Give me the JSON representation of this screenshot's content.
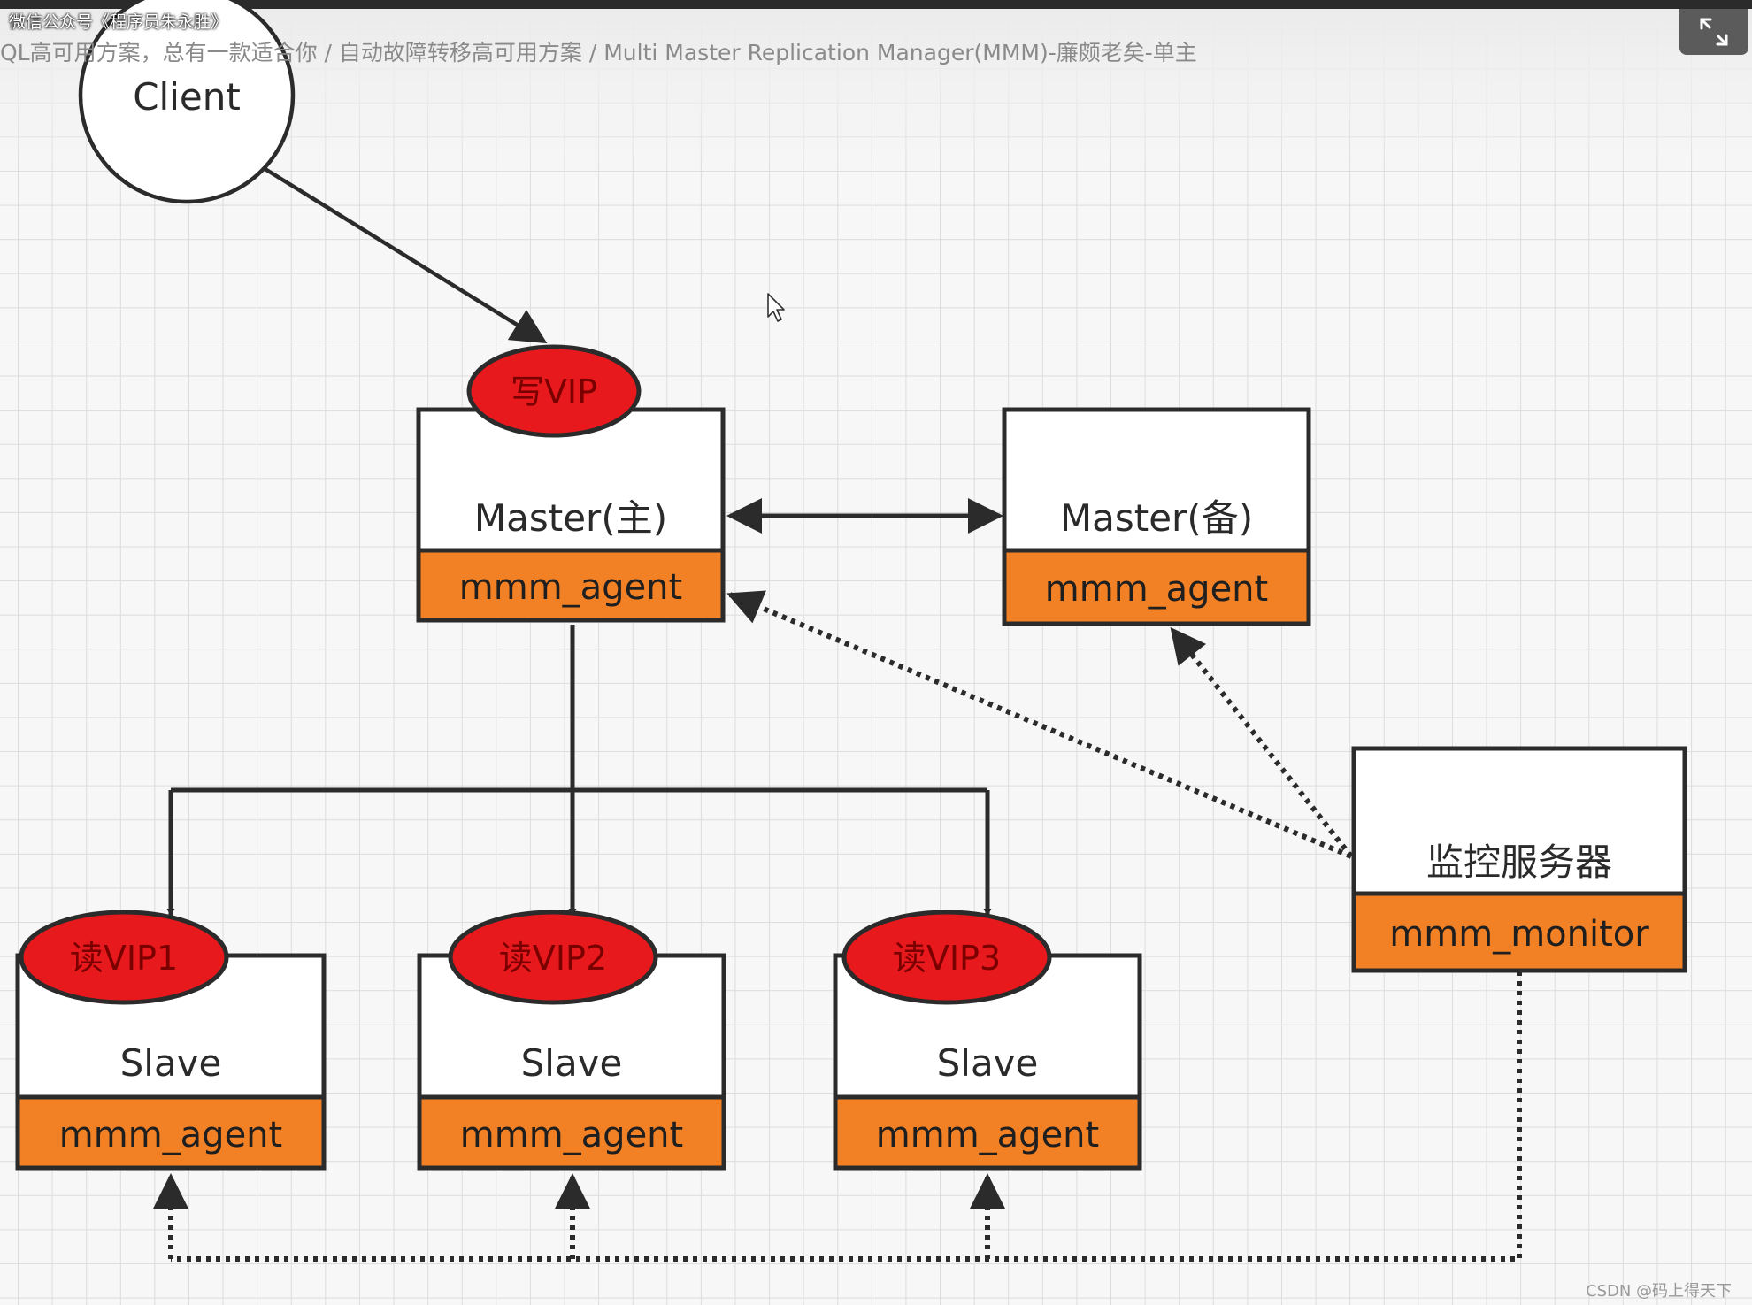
{
  "header": {
    "watermark": "微信公众号《程序员朱永胜》",
    "breadcrumb": "QL高可用方案，总有一款适合你  /  自动故障转移高可用方案  /  Multi Master Replication Manager(MMM)-廉颇老矣-单主"
  },
  "footer": {
    "watermark": "CSDN @码上得天下"
  },
  "colors": {
    "agent_fill": "#f28024",
    "vip_fill": "#e8191c",
    "box_fill": "#ffffff",
    "stroke": "#2b2b2b"
  },
  "icons": {
    "expand": "expand-icon",
    "cursor": "mouse-pointer-icon"
  },
  "diagram": {
    "client": {
      "label": "Client"
    },
    "write_vip": {
      "label": "写VIP"
    },
    "master_primary": {
      "label": "Master(主)",
      "agent": "mmm_agent"
    },
    "master_backup": {
      "label": "Master(备)",
      "agent": "mmm_agent"
    },
    "monitor": {
      "label": "监控服务器",
      "agent": "mmm_monitor"
    },
    "slaves": [
      {
        "label": "Slave",
        "agent": "mmm_agent",
        "vip": "读VIP1"
      },
      {
        "label": "Slave",
        "agent": "mmm_agent",
        "vip": "读VIP2"
      },
      {
        "label": "Slave",
        "agent": "mmm_agent",
        "vip": "读VIP3"
      }
    ]
  }
}
